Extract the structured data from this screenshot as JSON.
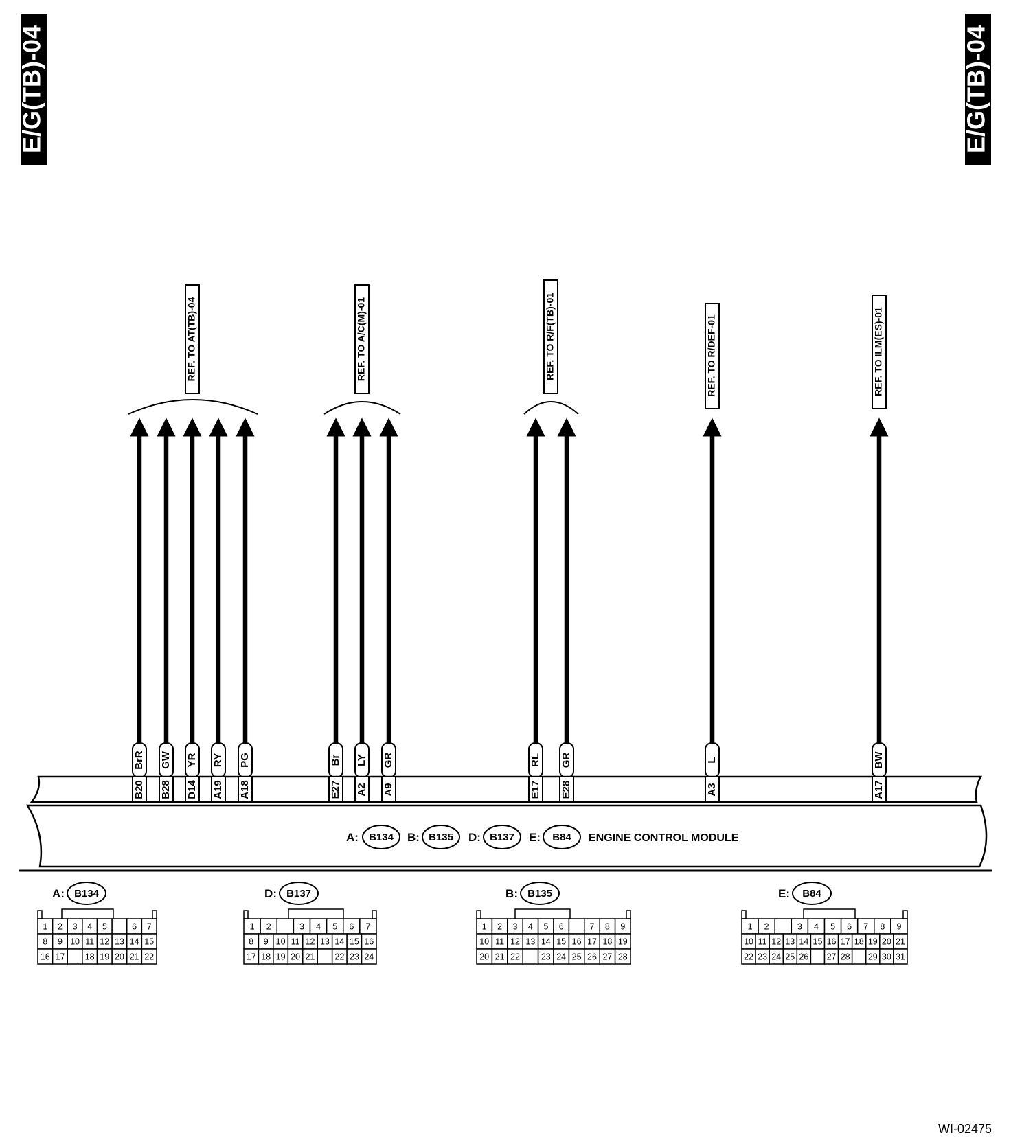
{
  "page_tag": "E/G(TB)-04",
  "figure_id": "WI-02475",
  "refs": [
    "REF. TO AT(TB)-04",
    "REF. TO A/C(M)-01",
    "REF. TO R/F(TB)-01",
    "REF. TO R/DEF-01",
    "REF. TO ILM(ES)-01"
  ],
  "wires": [
    {
      "color": "BrR",
      "pin": "B20",
      "group": 0
    },
    {
      "color": "GW",
      "pin": "B28",
      "group": 0
    },
    {
      "color": "YR",
      "pin": "D14",
      "group": 0
    },
    {
      "color": "RY",
      "pin": "A19",
      "group": 0
    },
    {
      "color": "PG",
      "pin": "A18",
      "group": 0
    },
    {
      "color": "Br",
      "pin": "E27",
      "group": 1
    },
    {
      "color": "LY",
      "pin": "A2",
      "group": 1
    },
    {
      "color": "GR",
      "pin": "A9",
      "group": 1
    },
    {
      "color": "RL",
      "pin": "E17",
      "group": 2
    },
    {
      "color": "GR",
      "pin": "E28",
      "group": 2
    },
    {
      "color": "L",
      "pin": "A3",
      "group": 3
    },
    {
      "color": "BW",
      "pin": "A17",
      "group": 4
    }
  ],
  "ecm": {
    "name": "ENGINE CONTROL MODULE",
    "connectors": [
      {
        "prefix": "A:",
        "id": "B134"
      },
      {
        "prefix": "B:",
        "id": "B135"
      },
      {
        "prefix": "D:",
        "id": "B137"
      },
      {
        "prefix": "E:",
        "id": "B84"
      }
    ]
  },
  "connector_diagrams": [
    {
      "prefix": "A:",
      "id": "B134",
      "rows": [
        [
          "1",
          "2",
          "3",
          "4",
          "5",
          "",
          "6",
          "7"
        ],
        [
          "8",
          "9",
          "10",
          "11",
          "12",
          "13",
          "14",
          "15"
        ],
        [
          "16",
          "17",
          "",
          "18",
          "19",
          "20",
          "21",
          "22"
        ]
      ]
    },
    {
      "prefix": "D:",
      "id": "B137",
      "rows": [
        [
          "1",
          "2",
          "",
          "3",
          "4",
          "5",
          "6",
          "7"
        ],
        [
          "8",
          "9",
          "10",
          "11",
          "12",
          "13",
          "14",
          "15",
          "16"
        ],
        [
          "17",
          "18",
          "19",
          "20",
          "21",
          "",
          "22",
          "23",
          "24"
        ]
      ]
    },
    {
      "prefix": "B:",
      "id": "B135",
      "rows": [
        [
          "1",
          "2",
          "3",
          "4",
          "5",
          "6",
          "",
          "7",
          "8",
          "9"
        ],
        [
          "10",
          "11",
          "12",
          "13",
          "14",
          "15",
          "16",
          "17",
          "18",
          "19"
        ],
        [
          "20",
          "21",
          "22",
          "",
          "23",
          "24",
          "25",
          "26",
          "27",
          "28"
        ]
      ]
    },
    {
      "prefix": "E:",
      "id": "B84",
      "rows": [
        [
          "1",
          "2",
          "",
          "3",
          "4",
          "5",
          "6",
          "7",
          "8",
          "9"
        ],
        [
          "10",
          "11",
          "12",
          "13",
          "14",
          "15",
          "16",
          "17",
          "18",
          "19",
          "20",
          "21"
        ],
        [
          "22",
          "23",
          "24",
          "25",
          "26",
          "",
          "27",
          "28",
          "",
          "29",
          "30",
          "31"
        ]
      ]
    }
  ]
}
